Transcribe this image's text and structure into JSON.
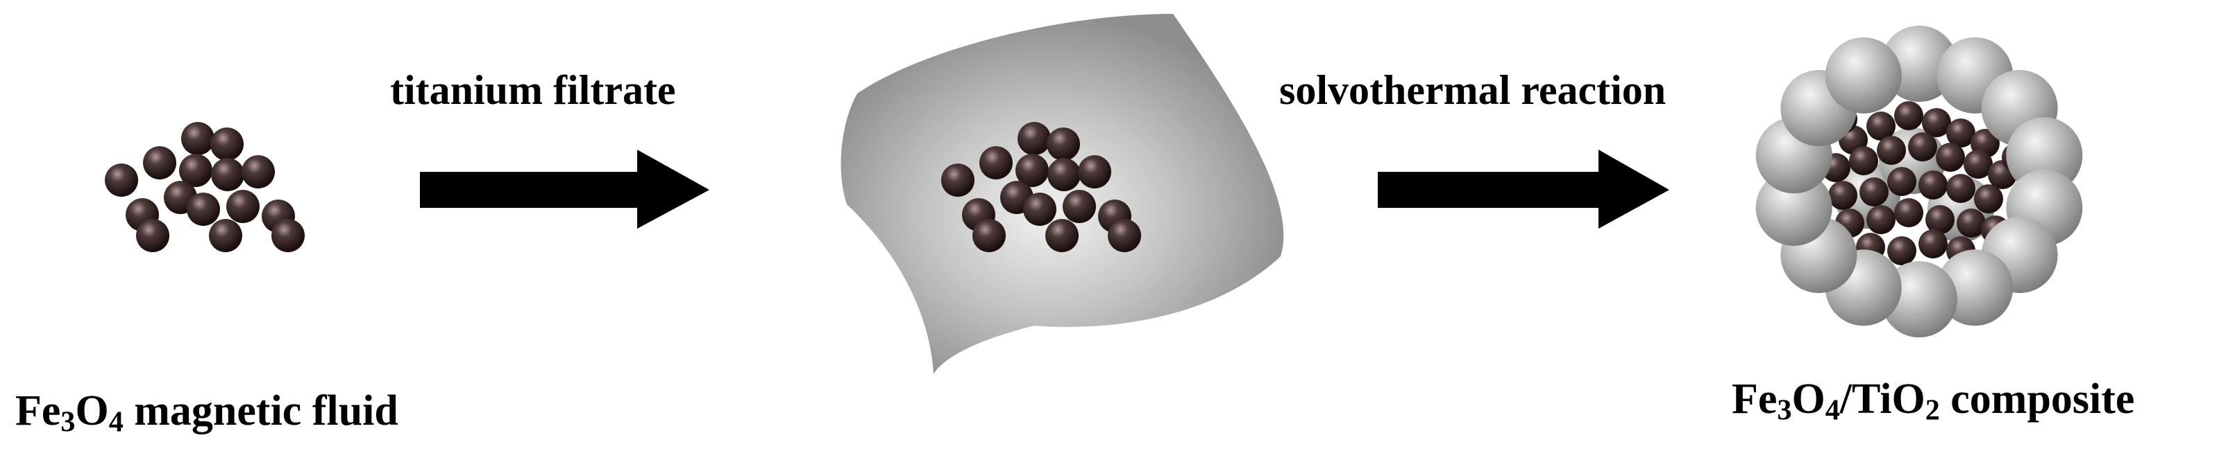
{
  "diagram": {
    "left_label": {
      "formula_prefix": "Fe",
      "sub1": "3",
      "mid": "O",
      "sub2": "4",
      "suffix": " magnetic fluid"
    },
    "step1_label": "titanium filtrate",
    "step2_label": "solvothermal reaction",
    "right_label": {
      "formula_prefix": "Fe",
      "sub1": "3",
      "mid": "O",
      "sub2": "4",
      "mid2": "/TiO",
      "sub3": "2",
      "suffix": " composite"
    }
  },
  "colors": {
    "nanoparticle_dark": "#2b1a1a",
    "nanoparticle_highlight": "#b49a9a",
    "sheet_gray": "#909090",
    "sheet_highlight": "#f2f2f2",
    "tio2_sphere": "#a8a8a8",
    "arrow": "#000000"
  }
}
